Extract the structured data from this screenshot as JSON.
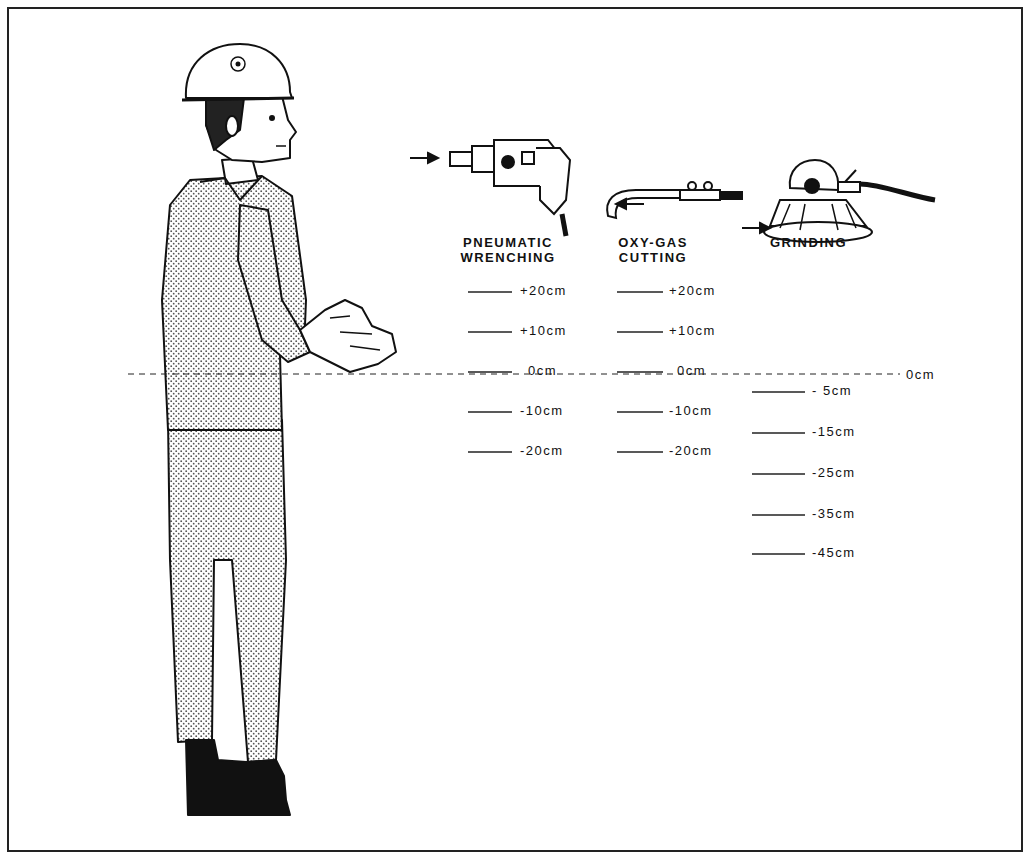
{
  "diagram": {
    "labels": [
      "PNEUMATIC WRENCHING",
      "OXY-GAS CUTTING",
      "GRINDING",
      "+20cm",
      "+10cm",
      "0cm",
      "-10cm",
      "-20cm",
      "+20cm",
      "+10cm",
      "0cm",
      "-10cm",
      "-20cm",
      "0cm",
      "- 5cm",
      "-15cm",
      "-25cm",
      "-35cm",
      "-45cm"
    ]
  }
}
